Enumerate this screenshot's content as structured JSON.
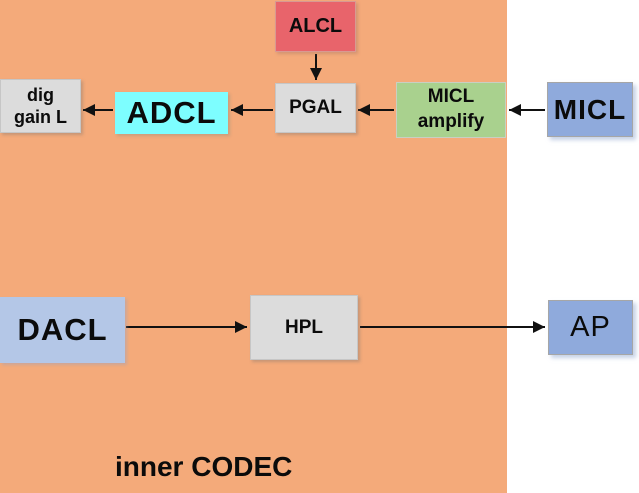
{
  "diagram": {
    "background_label": "inner CODEC",
    "colors": {
      "inner_codec_background": "#f4aa7a",
      "alcl_red": "#e8646b",
      "adcl_cyan": "#7dfeff",
      "micl_amplify_green": "#a9d18e",
      "micl_ap_blue": "#8faadc",
      "dacl_light_blue": "#b4c7e7",
      "processing_gray": "#dcdcdc",
      "arrow_black": "#111111"
    },
    "nodes": {
      "alcl": {
        "label": "ALCL"
      },
      "pgal": {
        "label": "PGAL"
      },
      "dig_gain": {
        "line1": "dig",
        "line2": "gain L"
      },
      "adcl": {
        "label": "ADCL"
      },
      "micl_amplify": {
        "line1": "MICL",
        "line2": "amplify"
      },
      "micl": {
        "label": "MICL"
      },
      "dacl": {
        "label": "DACL"
      },
      "hpl": {
        "label": "HPL"
      },
      "ap": {
        "label": "AP"
      }
    },
    "connections": [
      {
        "from": "ALCL",
        "to": "PGAL"
      },
      {
        "from": "PGAL",
        "to": "ADCL"
      },
      {
        "from": "ADCL",
        "to": "dig gain L"
      },
      {
        "from": "MICL amplify",
        "to": "PGAL"
      },
      {
        "from": "MICL",
        "to": "MICL amplify"
      },
      {
        "from": "DACL",
        "to": "HPL"
      },
      {
        "from": "HPL",
        "to": "AP"
      }
    ]
  }
}
